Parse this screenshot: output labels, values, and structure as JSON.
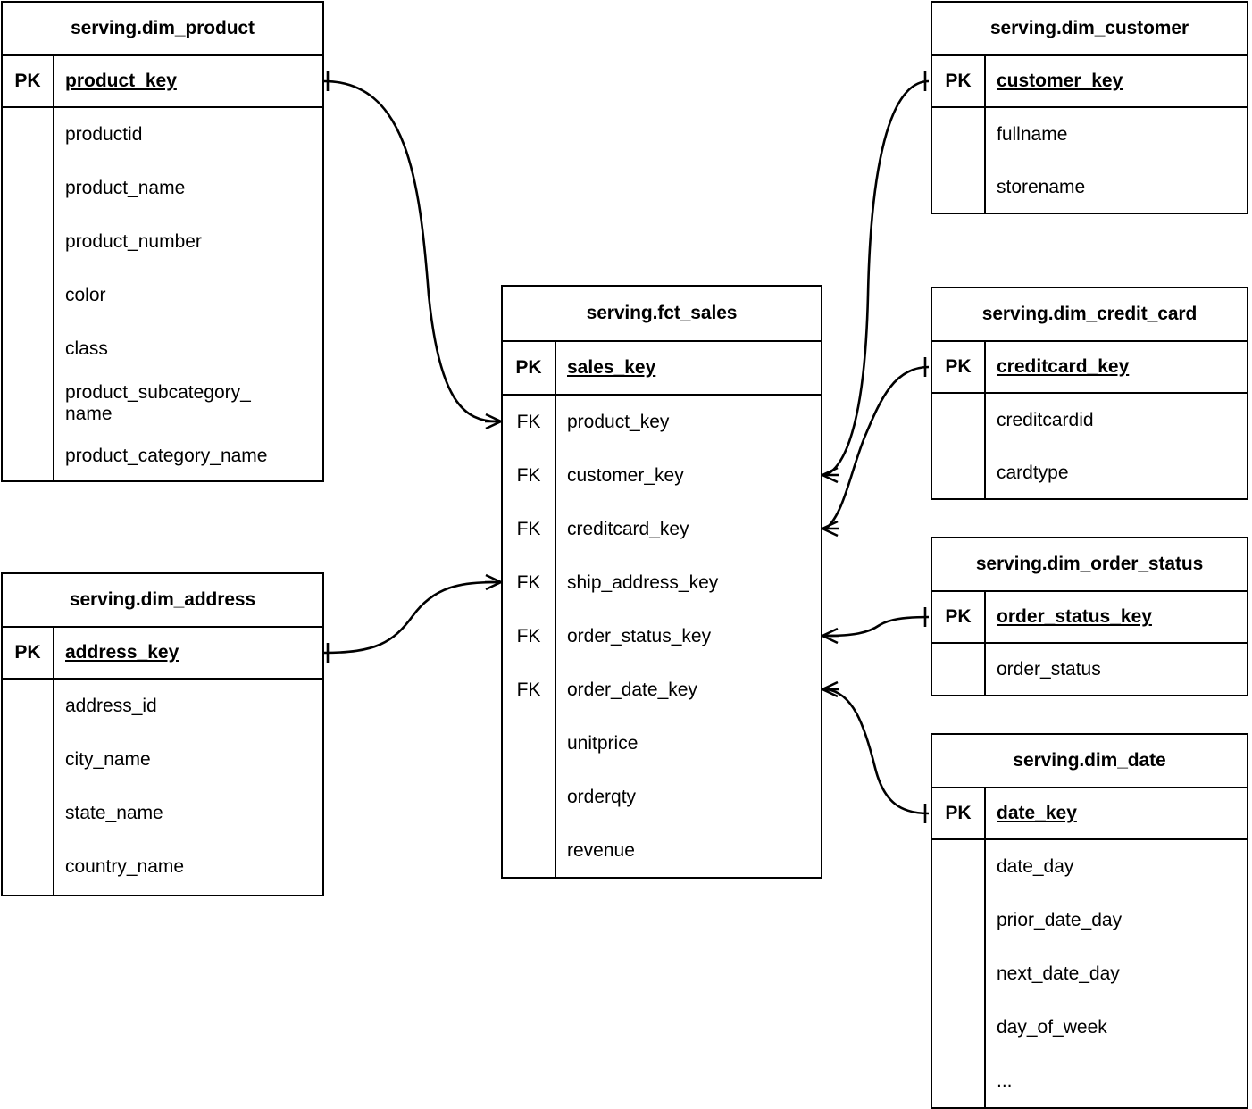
{
  "diagram": {
    "type": "entity-relationship-diagram",
    "notation": "crows-foot",
    "background_color": "#ffffff",
    "line_color": "#000000"
  },
  "entities": [
    {
      "id": "dim_product",
      "title": "serving.dim_product",
      "pk_label": "PK",
      "pk_field": "product_key",
      "attributes": [
        "productid",
        "product_name",
        "product_number",
        "color",
        "class",
        "product_subcategory_\nname",
        "product_category_name"
      ]
    },
    {
      "id": "dim_address",
      "title": "serving.dim_address",
      "pk_label": "PK",
      "pk_field": "address_key",
      "attributes": [
        "address_id",
        "city_name",
        "state_name",
        "country_name"
      ]
    },
    {
      "id": "fct_sales",
      "title": "serving.fct_sales",
      "pk_label": "PK",
      "pk_field": "sales_key",
      "fk_label": "FK",
      "fk_fields": [
        "product_key",
        "customer_key",
        "creditcard_key",
        "ship_address_key",
        "order_status_key",
        "order_date_key"
      ],
      "measures": [
        "unitprice",
        "orderqty",
        "revenue"
      ]
    },
    {
      "id": "dim_customer",
      "title": "serving.dim_customer",
      "pk_label": "PK",
      "pk_field": "customer_key",
      "attributes": [
        "fullname",
        "storename"
      ]
    },
    {
      "id": "dim_credit_card",
      "title": "serving.dim_credit_card",
      "pk_label": "PK",
      "pk_field": "creditcard_key",
      "attributes": [
        "creditcardid",
        "cardtype"
      ]
    },
    {
      "id": "dim_order_status",
      "title": "serving.dim_order_status",
      "pk_label": "PK",
      "pk_field": "order_status_key",
      "attributes": [
        "order_status"
      ]
    },
    {
      "id": "dim_date",
      "title": "serving.dim_date",
      "pk_label": "PK",
      "pk_field": "date_key",
      "attributes": [
        "date_day",
        "prior_date_day",
        "next_date_day",
        "day_of_week",
        "..."
      ]
    }
  ],
  "relationships": [
    {
      "from_entity": "dim_product",
      "from_field": "product_key",
      "from_cardinality": "one",
      "to_entity": "fct_sales",
      "to_field": "product_key",
      "to_cardinality": "many"
    },
    {
      "from_entity": "dim_address",
      "from_field": "address_key",
      "from_cardinality": "one",
      "to_entity": "fct_sales",
      "to_field": "ship_address_key",
      "to_cardinality": "many"
    },
    {
      "from_entity": "dim_customer",
      "from_field": "customer_key",
      "from_cardinality": "one",
      "to_entity": "fct_sales",
      "to_field": "customer_key",
      "to_cardinality": "many"
    },
    {
      "from_entity": "dim_credit_card",
      "from_field": "creditcard_key",
      "from_cardinality": "one",
      "to_entity": "fct_sales",
      "to_field": "creditcard_key",
      "to_cardinality": "many"
    },
    {
      "from_entity": "dim_order_status",
      "from_field": "order_status_key",
      "from_cardinality": "one",
      "to_entity": "fct_sales",
      "to_field": "order_status_key",
      "to_cardinality": "many"
    },
    {
      "from_entity": "dim_date",
      "from_field": "date_key",
      "from_cardinality": "one",
      "to_entity": "fct_sales",
      "to_field": "order_date_key",
      "to_cardinality": "many"
    }
  ]
}
